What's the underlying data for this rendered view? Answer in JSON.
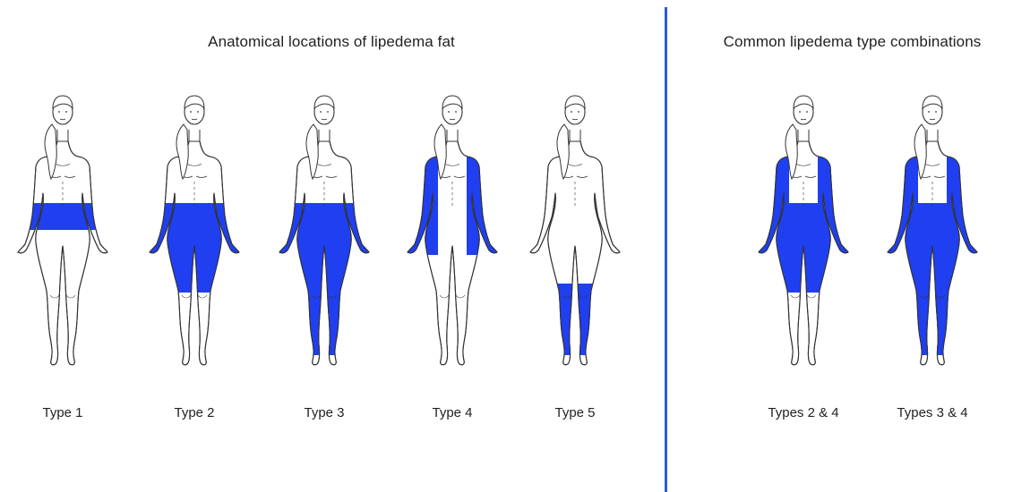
{
  "left_panel": {
    "title": "Anatomical locations of lipedema fat",
    "figures": [
      {
        "label": "Type 1",
        "highlight": "hips"
      },
      {
        "label": "Type 2",
        "highlight": "hips-to-knees"
      },
      {
        "label": "Type 3",
        "highlight": "hips-to-ankles"
      },
      {
        "label": "Type 4",
        "highlight": "arms"
      },
      {
        "label": "Type 5",
        "highlight": "lower-legs"
      }
    ]
  },
  "right_panel": {
    "title": "Common lipedema type combinations",
    "figures": [
      {
        "label": "Types 2 & 4",
        "highlight": "hips-to-knees+arms"
      },
      {
        "label": "Types 3 & 4",
        "highlight": "hips-to-ankles+arms"
      }
    ]
  },
  "colors": {
    "highlight": "#1f3ff0",
    "divider": "#2e5bd4",
    "outline": "#333333"
  }
}
